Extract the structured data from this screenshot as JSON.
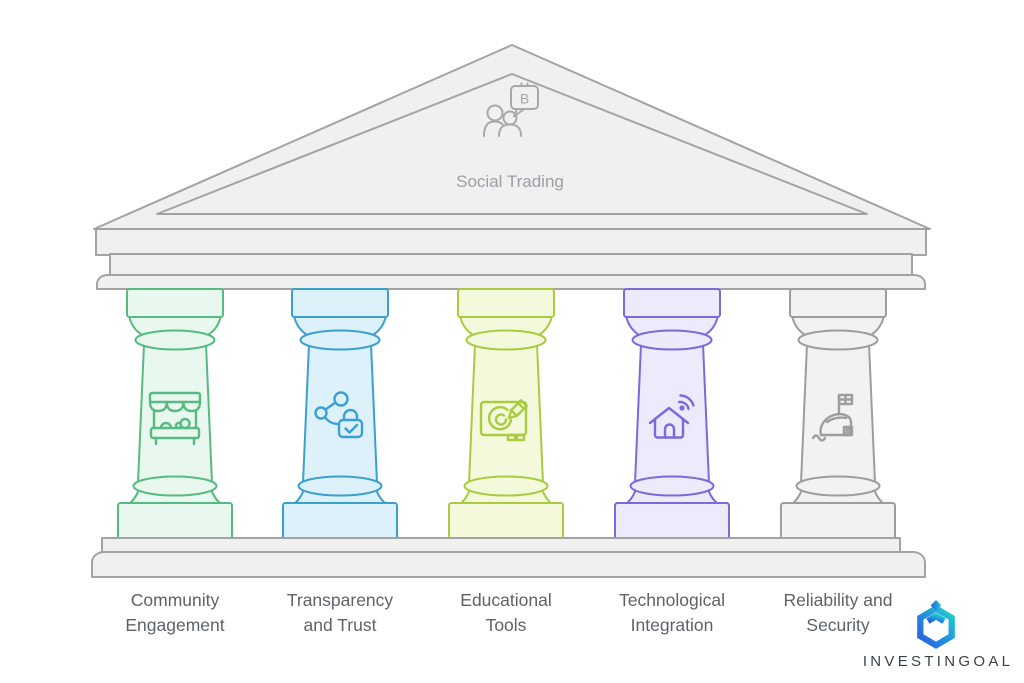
{
  "page": {
    "background": "#ffffff"
  },
  "temple": {
    "fill": "#f0f0f1",
    "stroke": "#a3a3a3",
    "label_color": "#5f6368"
  },
  "pediment": {
    "title": "Social Trading",
    "title_color": "#9aa0a6",
    "icon": "social-trading-people-bitcoin-icon",
    "icon_color": "#a8a8a8",
    "bitcoin_letter": "B"
  },
  "pillars": [
    {
      "label_lines": [
        "Community",
        "Engagement"
      ],
      "icon": "market-stall-icon",
      "fill": "#e9f8ef",
      "stroke": "#57ba81"
    },
    {
      "label_lines": [
        "Transparency",
        "and Trust"
      ],
      "icon": "share-lock-icon",
      "fill": "#ddf1fa",
      "stroke": "#3ba0d0"
    },
    {
      "label_lines": [
        "Educational",
        "Tools"
      ],
      "icon": "drawing-board-pencil-icon",
      "fill": "#f4f9dc",
      "stroke": "#a9cb3f"
    },
    {
      "label_lines": [
        "Technological",
        "Integration"
      ],
      "icon": "smart-home-wifi-icon",
      "fill": "#edeafc",
      "stroke": "#7b6ada"
    },
    {
      "label_lines": [
        "Reliability and",
        "Security"
      ],
      "icon": "fortress-flag-icon",
      "fill": "#f2f2f2",
      "stroke": "#9d9d9d"
    }
  ],
  "brand": {
    "name": "INVESTINGOAL",
    "logo_icon": "investingoal-hexagon-logo",
    "text_color": "#3c4248",
    "colors": {
      "blue": "#2b5ce5",
      "cyan": "#1f98dd",
      "teal": "#23d2cc"
    }
  }
}
